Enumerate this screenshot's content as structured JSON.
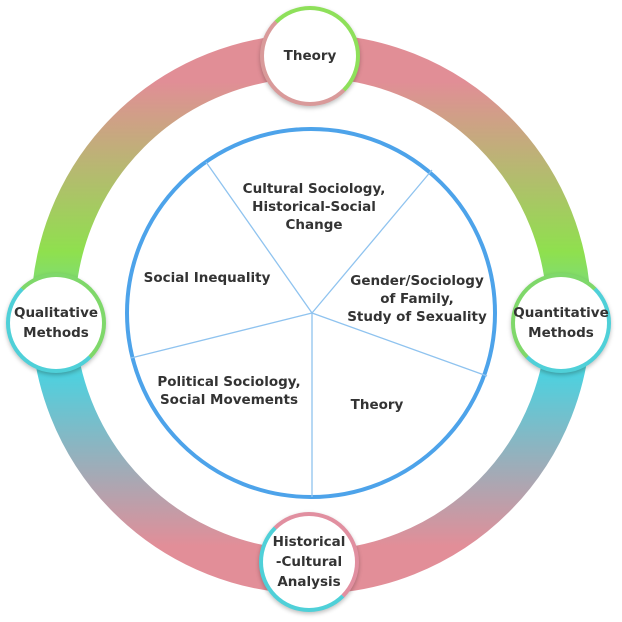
{
  "diagram": {
    "outer_nodes": [
      {
        "id": "top",
        "label": "Theory",
        "border_color": "#8ee05a",
        "border_color_2": "#d99a9a"
      },
      {
        "id": "right",
        "label": "Quantitative\nMethods",
        "border_color": "#7fd86a",
        "border_color_2": "#4fd0d8"
      },
      {
        "id": "bottom",
        "label": "Historical\n-Cultural\nAnalysis",
        "border_color": "#e18fa0",
        "border_color_2": "#4fd0d8"
      },
      {
        "id": "left",
        "label": "Qualitative\nMethods",
        "border_color": "#7fd86a",
        "border_color_2": "#4fd0d8"
      }
    ],
    "segments": [
      {
        "label": "Cultural Sociology,\nHistorical-Social\nChange"
      },
      {
        "label": "Gender/Sociology\nof Family,\nStudy of Sexuality"
      },
      {
        "label": "Theory"
      },
      {
        "label": "Political Sociology,\nSocial Movements"
      },
      {
        "label": "Social Inequality"
      }
    ],
    "colors": {
      "ring_top": "#e18e96",
      "ring_side": "#8fe04e",
      "ring_lower": "#4fd0de",
      "ring_bottom": "#e28e98",
      "inner_border": "#4da3ea",
      "divider": "#8fc3ef",
      "text": "#333333"
    }
  }
}
